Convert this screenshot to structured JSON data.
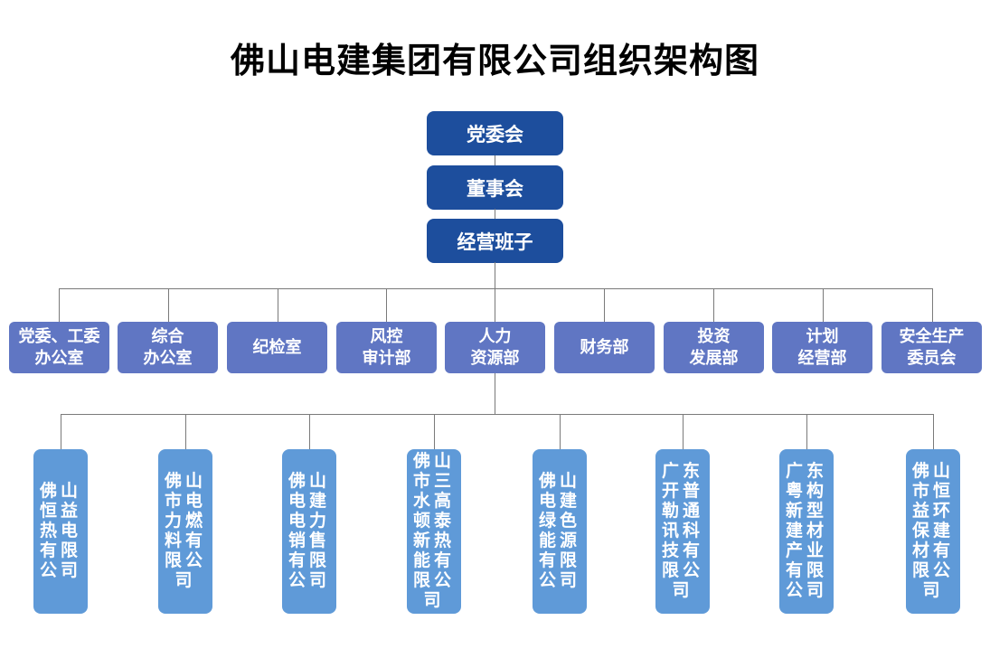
{
  "title": "佛山电建集团有限公司组织架构图",
  "colors": {
    "top": "#1d4e9d",
    "dept": "#6076c3",
    "sub": "#5f9ad8",
    "line": "#7a7a7a",
    "text": "#ffffff",
    "title": "#000000"
  },
  "governance": [
    {
      "label": "党委会"
    },
    {
      "label": "董事会"
    },
    {
      "label": "经营班子"
    }
  ],
  "departments": [
    {
      "label": "党委、工委\n办公室"
    },
    {
      "label": "综合\n办公室"
    },
    {
      "label": "纪检室"
    },
    {
      "label": "风控\n审计部"
    },
    {
      "label": "人力\n资源部"
    },
    {
      "label": "财务部"
    },
    {
      "label": "投资\n发展部"
    },
    {
      "label": "计划\n经营部"
    },
    {
      "label": "安全生产\n委员会"
    }
  ],
  "subsidiaries": [
    {
      "label": "佛山恒益热电有限公司"
    },
    {
      "label": "佛山市电力燃料有限公司"
    },
    {
      "label": "佛山电建电力销售有限公司"
    },
    {
      "label": "佛山市三水高顿泰新热能有限公司"
    },
    {
      "label": "佛山电建绿色能源有限公司"
    },
    {
      "label": "广东开普勒通讯科技有限公司"
    },
    {
      "label": "广东粤构新型建材产业有限公司"
    },
    {
      "label": "佛山市恒益环保建材有限公司"
    }
  ]
}
